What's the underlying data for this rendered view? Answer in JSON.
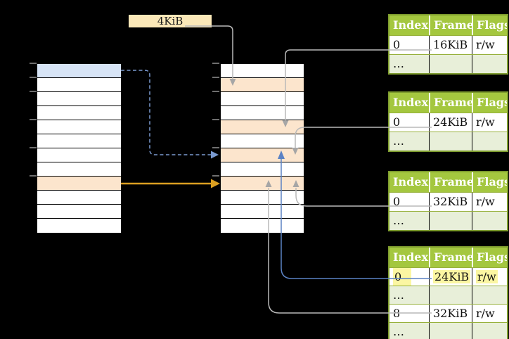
{
  "size_label": "4KiB",
  "table_headers": [
    "Index",
    "Frame",
    "Flags"
  ],
  "frame_tables": [
    {
      "name": "frame-table-16kib",
      "rows": [
        [
          "0",
          "16KiB",
          "r/w"
        ],
        [
          "…",
          "",
          ""
        ]
      ],
      "highlight_row": -1
    },
    {
      "name": "frame-table-24kib",
      "rows": [
        [
          "0",
          "24KiB",
          "r/w"
        ],
        [
          "…",
          "",
          ""
        ]
      ],
      "highlight_row": -1
    },
    {
      "name": "frame-table-32kib",
      "rows": [
        [
          "0",
          "32KiB",
          "r/w"
        ],
        [
          "…",
          "",
          ""
        ]
      ],
      "highlight_row": -1
    },
    {
      "name": "frame-table-level2",
      "rows": [
        [
          "0",
          "24KiB",
          "r/w"
        ],
        [
          "…",
          "",
          ""
        ],
        [
          "8",
          "32KiB",
          "r/w"
        ],
        [
          "…",
          "",
          ""
        ]
      ],
      "highlight_row": 0
    }
  ],
  "left_stack": {
    "fills": [
      "blue",
      "white",
      "white",
      "white",
      "white",
      "white",
      "white",
      "white",
      "orange",
      "white",
      "white",
      "white"
    ]
  },
  "middle_stack": {
    "fills": [
      "white",
      "orange",
      "white",
      "white",
      "orange",
      "white",
      "orange",
      "white",
      "orange",
      "white",
      "white",
      "white"
    ]
  },
  "colors": {
    "background": "#000000",
    "row_blue": "#D7E4F6",
    "row_orange": "#FCE5CD",
    "label_box": "#FBE8B8",
    "green_header": "#A4C73F",
    "green_border": "#7E9C2E",
    "green_divider": "#97B13C",
    "green_light": "#E8EFD9",
    "highlight_yellow": "#FBF6A2",
    "line_gray": "#B9B9B9",
    "arrow_head_gray": "#A6A6A6",
    "arrow_orange": "#DCA021",
    "arrow_blue": "#5B82C4",
    "arrow_blue_dashed": "#7A9AD0",
    "tick_gray": "#6F6F6F"
  }
}
